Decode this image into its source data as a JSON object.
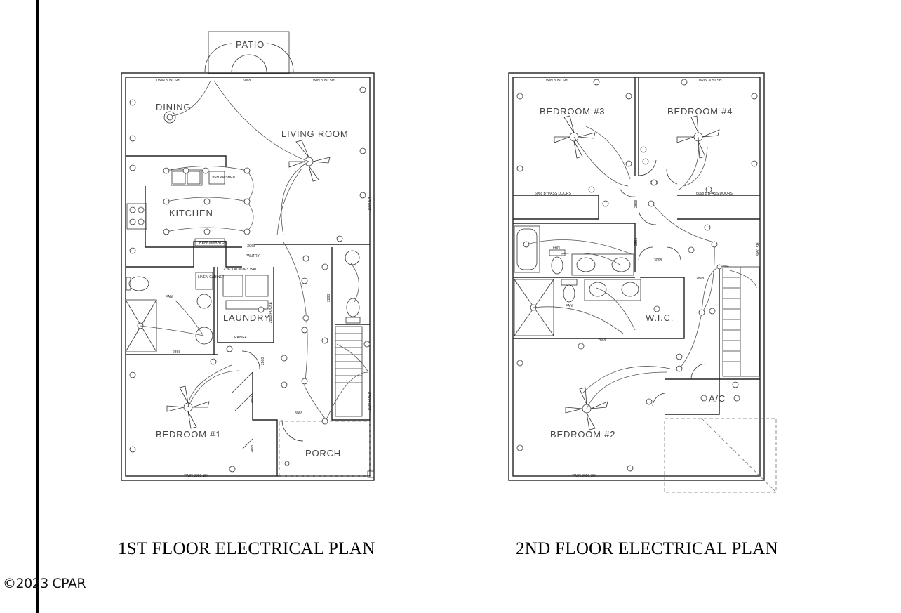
{
  "floor1": {
    "title": "1ST FLOOR ELECTRICAL PLAN",
    "rooms": {
      "patio": "PATIO",
      "dining": "DINING",
      "living": "LIVING ROOM",
      "kitchen": "KITCHEN",
      "laundry": "LAUNDRY",
      "bedroom1": "BEDROOM  #1",
      "porch": "PORCH"
    },
    "labels": {
      "twin_left": "TWIN 3050 SH",
      "door_6068": "6068",
      "twin_right": "TWIN 3050 SH",
      "side_3050": "3050 SH",
      "refrigerator": "REFRIGERATOR",
      "pantry": "PANTRY",
      "door_3068_a": "3068",
      "laundry_wall": "2\"x6\" LAUNDRY WALL",
      "linen": "LINEN CABINET",
      "fan": "FAN",
      "door_2868_a": "2868",
      "door_2868_b": "2868",
      "door_2868_c": "2868",
      "door_2868_d": "2868",
      "door_2868_pocket": "2868 POCKET",
      "door_2468": "2468",
      "door_3068_b": "3068",
      "fixed_3030": "3030 FIXED",
      "twin_bottom": "TWIN 3050 SH",
      "dishwasher": "DISH WASHER",
      "range": "RANGE"
    }
  },
  "floor2": {
    "title": "2ND FLOOR ELECTRICAL PLAN",
    "rooms": {
      "bedroom3": "BEDROOM  #3",
      "bedroom4": "BEDROOM  #4",
      "bedroom2": "BEDROOM  #2",
      "wic": "W.I.C.",
      "ac": "A/C"
    },
    "labels": {
      "twin_3": "TWIN 3050 SH",
      "twin_4": "TWIN 3050 SH",
      "bypass_left": "6068 BYPASS DOORS",
      "bypass_right": "6068 BYPASS DOORS",
      "door_2868_a": "2868",
      "door_2868_b": "2868",
      "door_2868_c": "2868",
      "door_2868_d": "2868",
      "door_2868_e": "2868",
      "door_3068": "3068",
      "fan_a": "FAN",
      "fan_b": "FAN",
      "side_3050": "3050 SH",
      "twin_bottom": "TWIN 3050 SH"
    }
  },
  "copyright": "©2023 CPAR"
}
